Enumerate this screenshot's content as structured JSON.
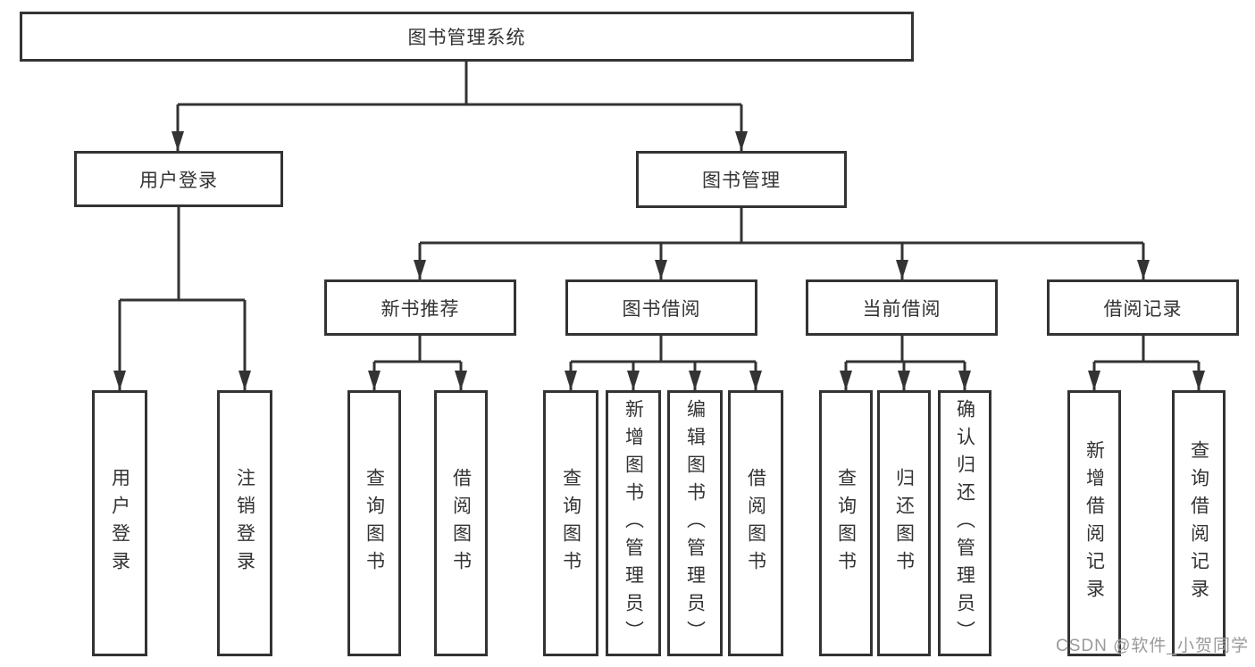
{
  "diagram": {
    "tree": {
      "root": {
        "label": "图书管理系统"
      },
      "branches": [
        {
          "label": "用户登录",
          "children": [
            {
              "label": "用户登录"
            },
            {
              "label": "注销登录"
            }
          ]
        },
        {
          "label": "图书管理",
          "children": [
            {
              "label": "新书推荐",
              "children": [
                {
                  "label": "查询图书"
                },
                {
                  "label": "借阅图书"
                }
              ]
            },
            {
              "label": "图书借阅",
              "children": [
                {
                  "label": "查询图书"
                },
                {
                  "label": "新增图书（管理员）"
                },
                {
                  "label": "编辑图书（管理员）"
                },
                {
                  "label": "借阅图书"
                }
              ]
            },
            {
              "label": "当前借阅",
              "children": [
                {
                  "label": "查询图书"
                },
                {
                  "label": "归还图书"
                },
                {
                  "label": "确认归还（管理员）"
                }
              ]
            },
            {
              "label": "借阅记录",
              "children": [
                {
                  "label": "新增借阅记录"
                },
                {
                  "label": "查询借阅记录"
                }
              ]
            }
          ]
        }
      ]
    },
    "colors": {
      "node_border": "#333333",
      "node_text": "#333333",
      "connector_line": "#333333",
      "background": "#ffffff",
      "watermark": "#888888"
    }
  },
  "watermark": {
    "text": "CSDN @软件_小贺同学"
  }
}
